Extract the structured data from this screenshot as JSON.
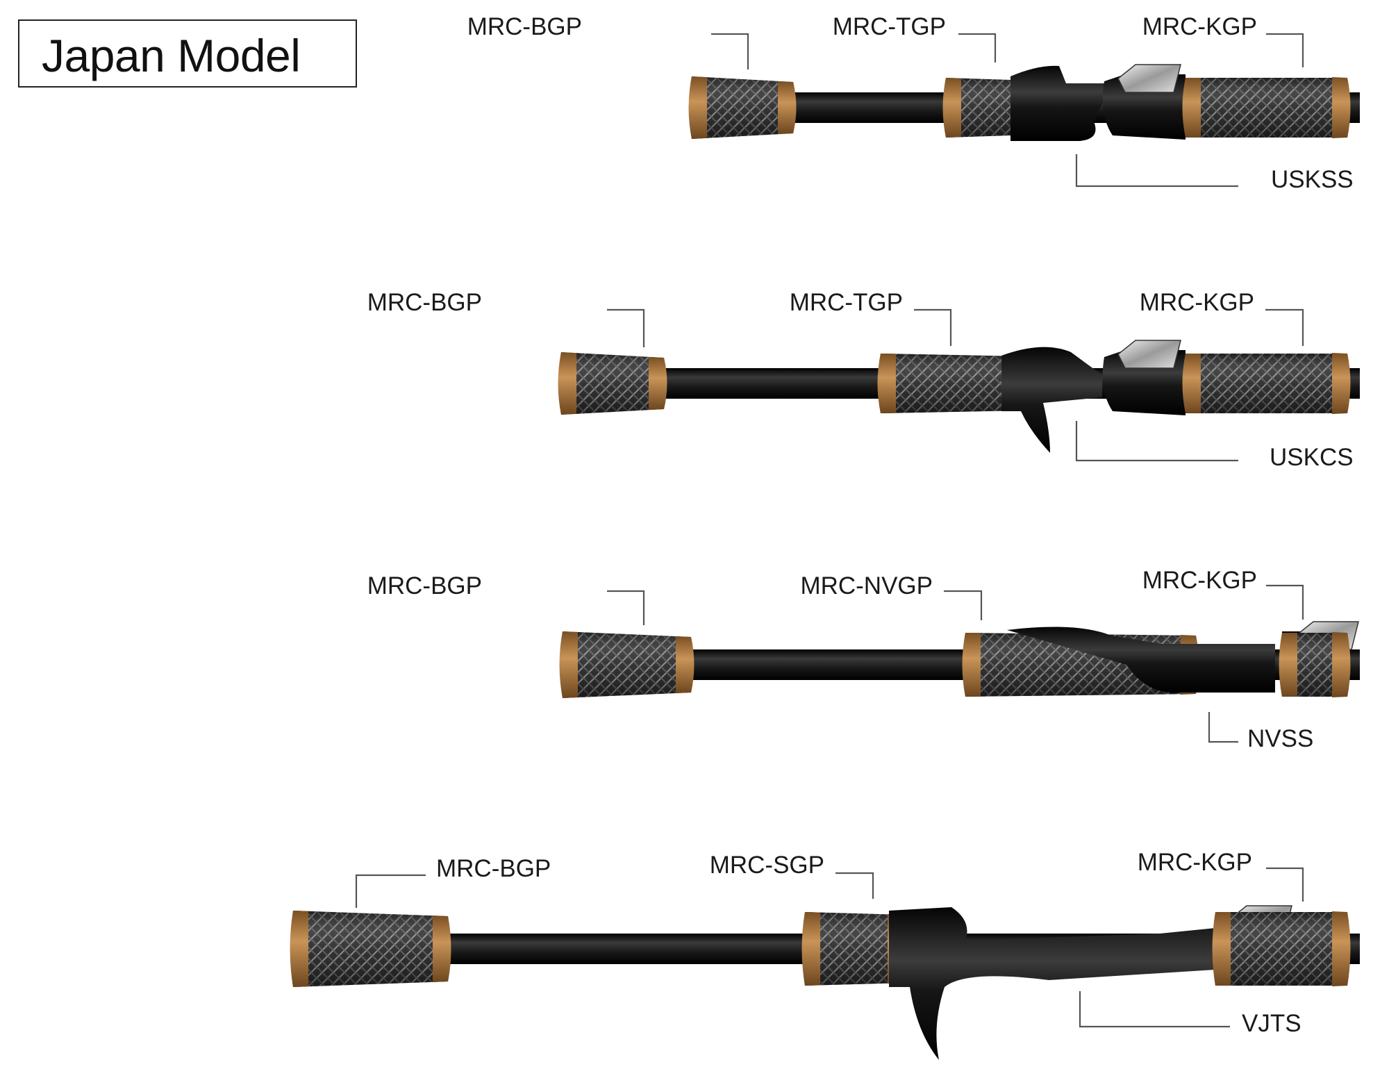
{
  "title": "Japan Model",
  "colors": {
    "blank": "#1c1c1c",
    "cork": "#b07a3c",
    "weave": "#3a3a3a",
    "seat": "#111111",
    "chrome": "#c9c9c9",
    "leader": "#555555"
  },
  "assemblies": [
    {
      "butt_label": "MRC-BGP",
      "fore_label": "MRC-TGP",
      "hood_label": "MRC-KGP",
      "seat_label": "USKSS",
      "seat_type": "spinning"
    },
    {
      "butt_label": "MRC-BGP",
      "fore_label": "MRC-TGP",
      "hood_label": "MRC-KGP",
      "seat_label": "USKCS",
      "seat_type": "casting-trigger"
    },
    {
      "butt_label": "MRC-BGP",
      "fore_label": "MRC-NVGP",
      "hood_label": "MRC-KGP",
      "seat_label": "NVSS",
      "seat_type": "spinning-integrated"
    },
    {
      "butt_label": "MRC-BGP",
      "fore_label": "MRC-SGP",
      "hood_label": "MRC-KGP",
      "seat_label": "VJTS",
      "seat_type": "casting-trigger-large"
    }
  ]
}
